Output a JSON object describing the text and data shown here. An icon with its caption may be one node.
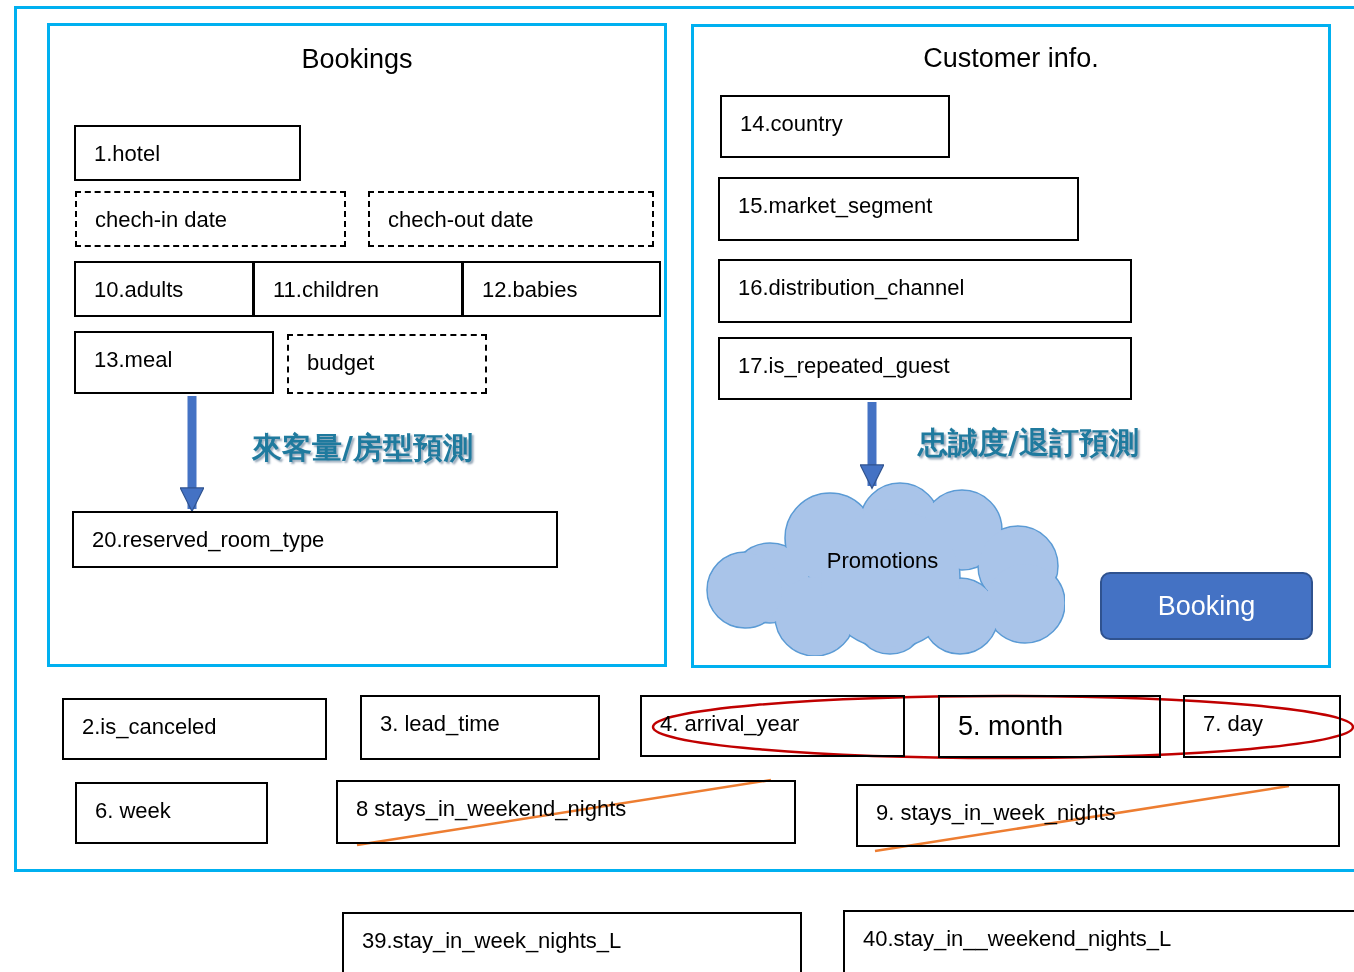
{
  "diagram": {
    "nodes": [
      {
        "text": [],
        "shape": "box"
      },
      {
        "text": [
          "Bookings"
        ],
        "in": 0
      },
      {
        "text": [
          "1.hotel"
        ],
        "in": 1
      },
      {
        "text": [
          "chech-in date"
        ],
        "in": 1
      },
      {
        "text": [
          "chech-out date"
        ],
        "in": 1
      },
      {
        "text": [
          "10.adults"
        ],
        "in": 1
      },
      {
        "text": [
          "11.children"
        ],
        "in": 1
      },
      {
        "text": [
          "12.babies"
        ],
        "in": 1
      },
      {
        "text": [
          "13.meal"
        ],
        "in": 1
      },
      {
        "text": [
          "budget"
        ],
        "in": 1
      },
      {
        "text": [
          "20.reserved_room_type"
        ],
        "in": 1
      },
      {
        "text": [
          "Customer info."
        ],
        "in": 0
      },
      {
        "text": [
          "14.country"
        ],
        "in": 11
      },
      {
        "text": [
          "15.market_segment"
        ],
        "in": 11
      },
      {
        "text": [
          "16.distribution_channel"
        ],
        "in": 11
      },
      {
        "text": [
          "17.is_repeated_guest"
        ],
        "in": 11
      },
      {
        "text": [
          "Promotions"
        ],
        "in": 11
      },
      {
        "text": [
          "Booking"
        ],
        "in": 11
      },
      {
        "text": [
          "2.is_canceled"
        ],
        "in": 0
      },
      {
        "text": [
          "3. lead_time"
        ],
        "in": 0
      },
      {
        "text": [
          "4. arrival_year"
        ],
        "in": 0
      },
      {
        "text": [
          "5. month"
        ],
        "in": 0
      },
      {
        "text": [
          "7. day"
        ],
        "in": 0
      },
      {
        "text": [
          "6. week"
        ],
        "in": 0
      },
      {
        "text": [
          "8 stays_in_weekend_nights"
        ],
        "in": 0
      },
      {
        "text": [
          "9. stays_in_week_nights"
        ],
        "in": 0
      },
      {
        "text": [
          "39.stay_in_week_nights_L"
        ]
      },
      {
        "text": [
          "40.stay_in__weekend_nights_L"
        ]
      }
    ],
    "edges": [
      {
        "from": 8,
        "to": 10,
        "arrow": "to",
        "label": "來客量/房型預測"
      },
      {
        "from": 15,
        "to": 16,
        "arrow": "to",
        "label": "忠誠度/退訂預測"
      }
    ]
  }
}
